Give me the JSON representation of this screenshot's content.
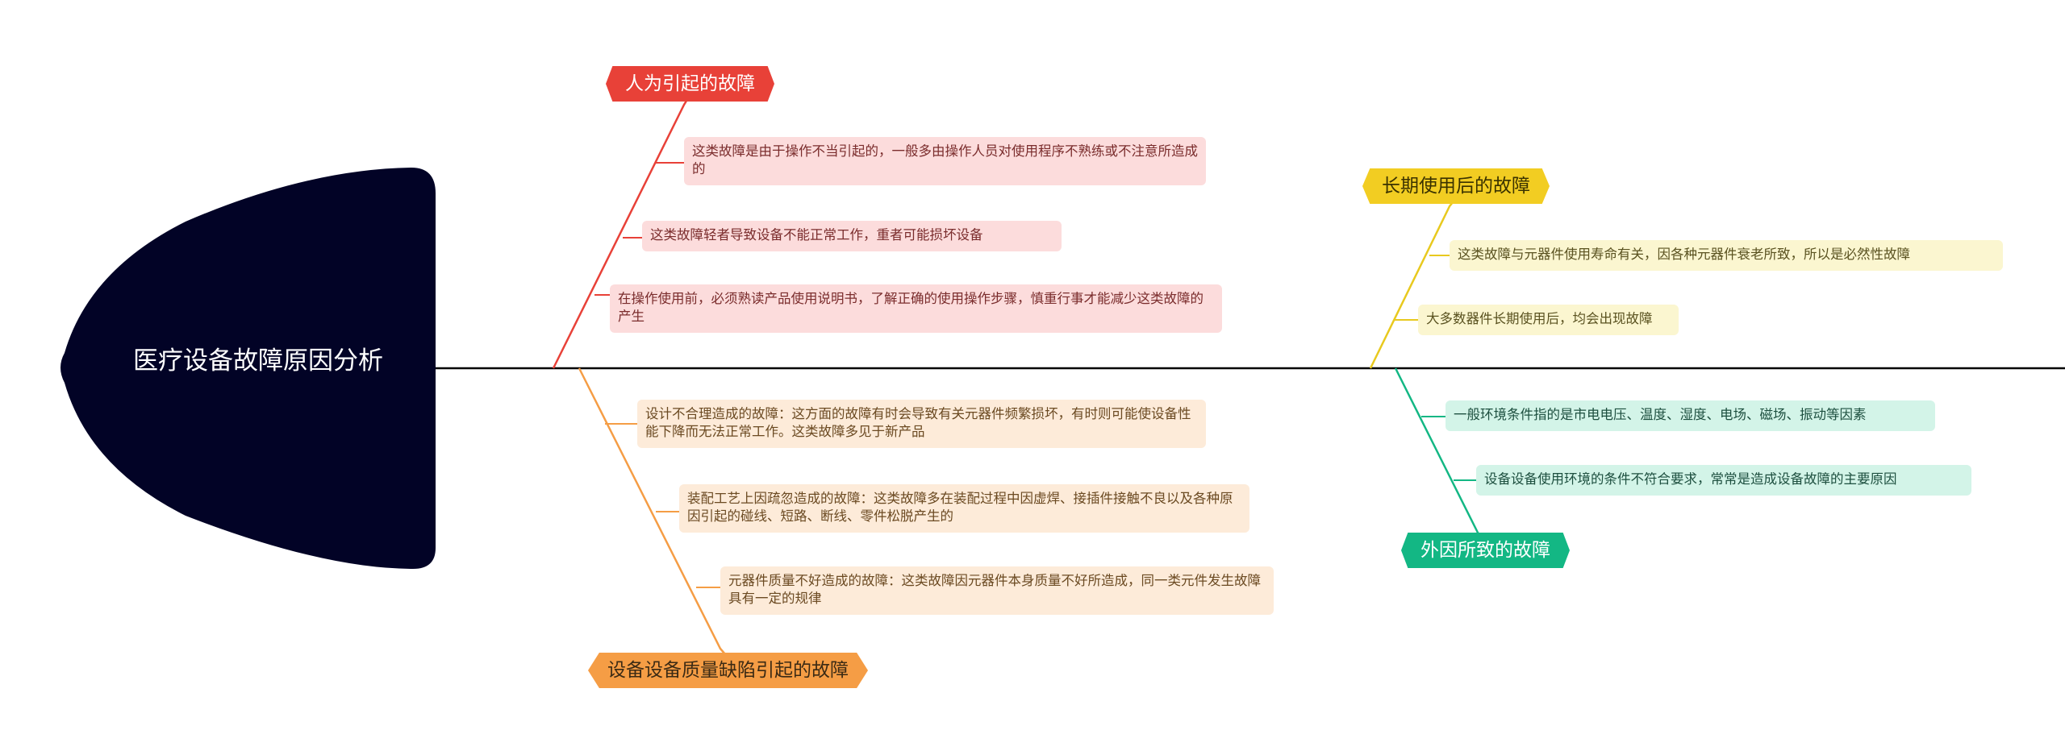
{
  "title": "医疗设备故障原因分析",
  "colors": {
    "head": "#020326",
    "spine": "#000000",
    "red": "#e84138",
    "orange": "#f59d45",
    "yellow": "#e8c91e",
    "green": "#13b784"
  },
  "branches": {
    "human": {
      "title": "人为引起的故障",
      "items": [
        "这类故障是由于操作不当引起的，一般多由操作人员对使用程序不熟练或不注意所造成的",
        "这类故障轻者导致设备不能正常工作，重者可能损坏设备",
        "在操作使用前，必须熟读产品使用说明书，了解正确的使用操作步骤，慎重行事才能减少这类故障的产生"
      ]
    },
    "quality": {
      "title": "设备设备质量缺陷引起的故障",
      "items": [
        "设计不合理造成的故障：这方面的故障有时会导致有关元器件频繁损坏，有时则可能使设备性能下降而无法正常工作。这类故障多见于新产品",
        "装配工艺上因疏忽造成的故障：这类故障多在装配过程中因虚焊、接插件接触不良以及各种原因引起的碰线、短路、断线、零件松脱产生的",
        "元器件质量不好造成的故障：这类故障因元器件本身质量不好所造成，同一类元件发生故障具有一定的规律"
      ]
    },
    "longterm": {
      "title": "长期使用后的故障",
      "items": [
        "这类故障与元器件使用寿命有关，因各种元器件衰老所致，所以是必然性故障",
        "大多数器件长期使用后，均会出现故障"
      ]
    },
    "external": {
      "title": "外因所致的故障",
      "items": [
        "一般环境条件指的是市电电压、温度、湿度、电场、磁场、振动等因素",
        "设备设备使用环境的条件不符合要求，常常是造成设备故障的主要原因"
      ]
    }
  }
}
